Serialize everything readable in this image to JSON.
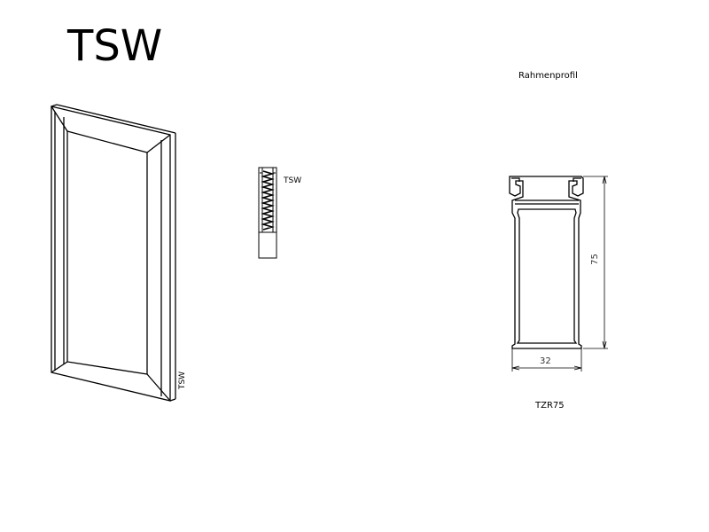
{
  "title": "TSW",
  "door_label": "TSW",
  "section_label": "TSW",
  "profile_heading": "Rahmenprofil",
  "profile_code": "TZR75",
  "dimensions": {
    "width": "32",
    "height": "75"
  }
}
